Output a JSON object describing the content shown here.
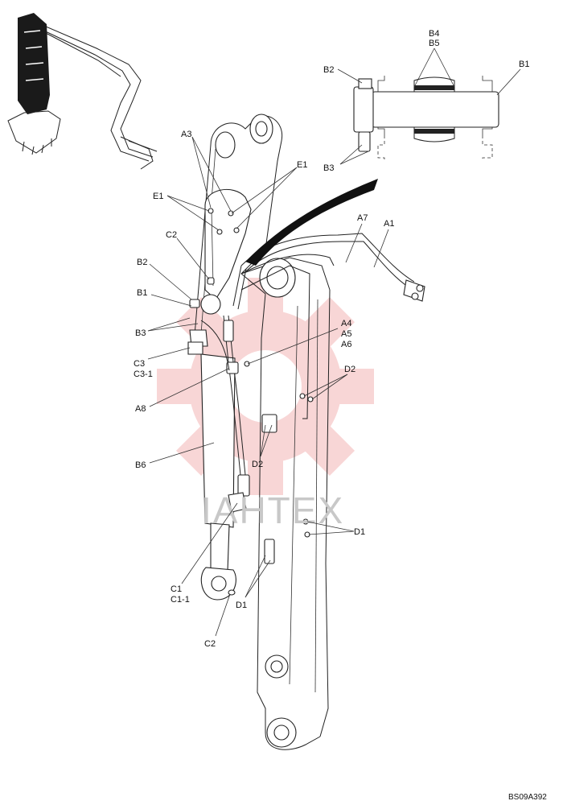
{
  "drawing": {
    "code": "BS09A392",
    "watermark": "IAHTEX",
    "colors": {
      "line": "#222222",
      "watermark_gear": "#f3b6b6",
      "watermark_text": "#c8c8c8",
      "hose_band": "#111111"
    }
  },
  "callouts": [
    {
      "id": "c-b4",
      "text": "B4"
    },
    {
      "id": "c-b5",
      "text": "B5"
    },
    {
      "id": "c-b2-top",
      "text": "B2"
    },
    {
      "id": "c-b1-top",
      "text": "B1"
    },
    {
      "id": "c-b3-top",
      "text": "B3"
    },
    {
      "id": "c-a3",
      "text": "A3"
    },
    {
      "id": "c-e1-right",
      "text": "E1"
    },
    {
      "id": "c-e1-left",
      "text": "E1"
    },
    {
      "id": "c-a7",
      "text": "A7"
    },
    {
      "id": "c-a1",
      "text": "A1"
    },
    {
      "id": "c-c2-top",
      "text": "C2"
    },
    {
      "id": "c-b2",
      "text": "B2"
    },
    {
      "id": "c-b1",
      "text": "B1"
    },
    {
      "id": "c-b3",
      "text": "B3"
    },
    {
      "id": "c-a4",
      "text": "A4"
    },
    {
      "id": "c-a5",
      "text": "A5"
    },
    {
      "id": "c-a6",
      "text": "A6"
    },
    {
      "id": "c-c3",
      "text": "C3"
    },
    {
      "id": "c-c3-1",
      "text": "C3-1"
    },
    {
      "id": "c-d2-right",
      "text": "D2"
    },
    {
      "id": "c-a8",
      "text": "A8"
    },
    {
      "id": "c-d2-mid",
      "text": "D2"
    },
    {
      "id": "c-b6",
      "text": "B6"
    },
    {
      "id": "c-d1-right",
      "text": "D1"
    },
    {
      "id": "c-c1",
      "text": "C1"
    },
    {
      "id": "c-c1-1",
      "text": "C1-1"
    },
    {
      "id": "c-d1-mid",
      "text": "D1"
    },
    {
      "id": "c-c2-bottom",
      "text": "C2"
    }
  ]
}
